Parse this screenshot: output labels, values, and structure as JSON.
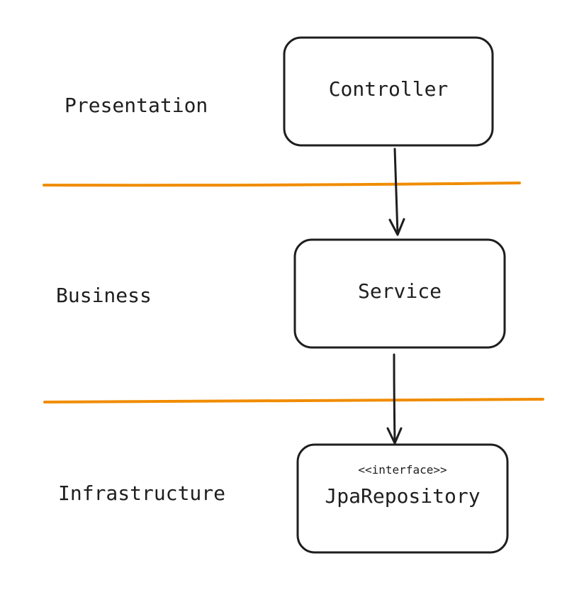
{
  "layers": {
    "presentation": "Presentation",
    "business": "Business",
    "infrastructure": "Infrastructure"
  },
  "boxes": {
    "controller": "Controller",
    "service": "Service",
    "repository_stereotype": "<<interface>>",
    "repository": "JpaRepository"
  },
  "colors": {
    "divider": "#f08c00",
    "stroke": "#1e1e1e"
  }
}
